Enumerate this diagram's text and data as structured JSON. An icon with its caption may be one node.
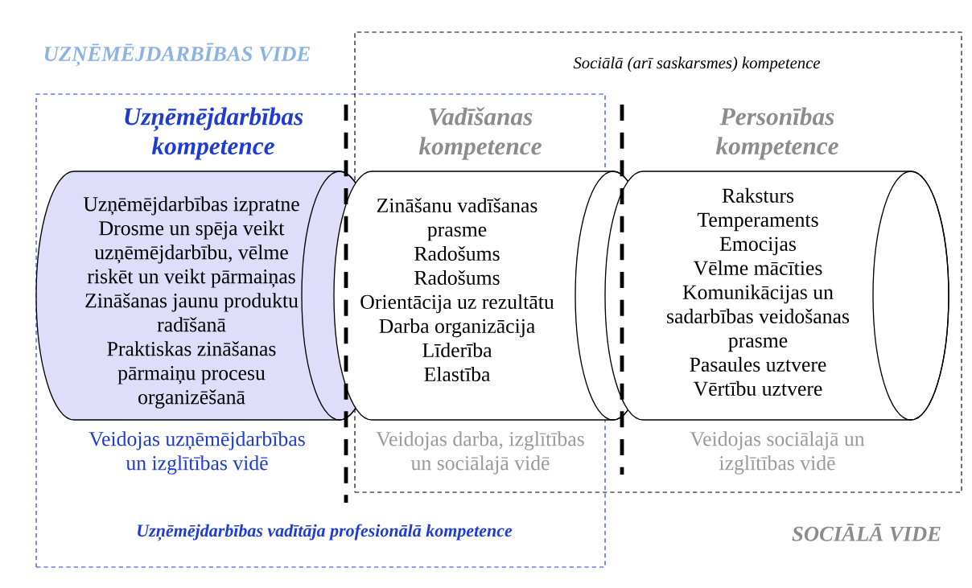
{
  "diagram": {
    "nodes": [
      {
        "text": [
          "Uzņēmējdarbības vadītāja profesionālā kompetence"
        ]
      },
      {
        "text": [
          "Sociālā (arī saskarsmes) kompetence"
        ]
      },
      {
        "text": [
          "Uzņēmējdarbības kompetence",
          "Uzņēmējdarbības izpratne",
          "Drosme un spēja veikt uzņēmējdarbību, vēlme riskēt un veikt pārmaiņas",
          "Zināšanas jaunu produktu radīšanā",
          "Praktiskas zināšanas pārmaiņu procesu organizēšanā"
        ],
        "beside": [
          "Veidojas uzņēmējdarbības un izglītības vidē"
        ],
        "in": 0
      },
      {
        "text": [
          "Zināšanu vadīšanas prasme",
          "Radošums",
          "Radošums",
          "Orientācija uz rezultātu",
          "Darba organizācija",
          "Līderība",
          "Elastība"
        ],
        "beside": [
          "Veidojas darba, izglītības un sociālajā vidē"
        ]
      },
      {
        "text": [
          "Personības kompetence",
          "Raksturs",
          "Temperaments",
          "Emocijas",
          "Vēlme mācīties",
          "Komunikācijas un sadarbības veidošanas prasme",
          "Pasaules uztvere",
          "Vērtību uztvere"
        ],
        "beside": [
          "Veidojas sociālajā un izglītības vidē"
        ],
        "in": 1
      }
    ],
    "labels": [
      "UZŅĒMĒJDARBĪBAS VIDE",
      "Vadīšanas kompetence",
      "SOCIĀLĀ VIDE"
    ]
  }
}
